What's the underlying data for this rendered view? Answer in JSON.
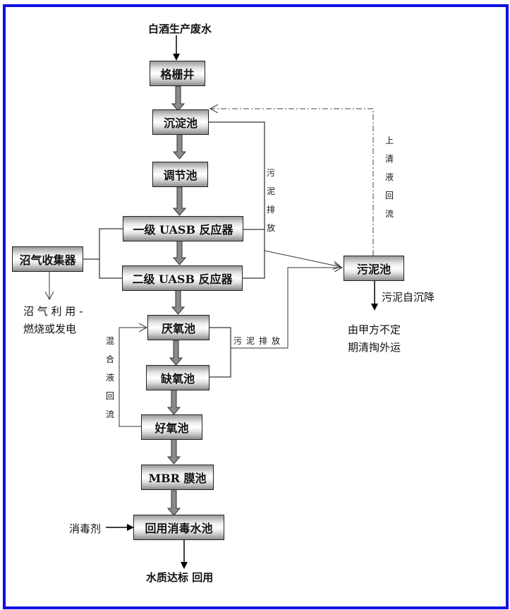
{
  "diagram": {
    "input_label": "白酒生产废水",
    "boxes": {
      "screen_well": "格栅井",
      "sedimentation_tank": "沉淀池",
      "regulating_tank": "调节池",
      "uasb_1": "一级 UASB 反应器",
      "uasb_2": "二级 UASB 反应器",
      "biogas_collector": "沼气收集器",
      "anaerobic_tank": "厌氧池",
      "anoxic_tank": "缺氧池",
      "aerobic_tank": "好氧池",
      "mbr_tank": "MBR 膜池",
      "reuse_disinfection_tank": "回用消毒水池",
      "sludge_tank": "污泥池"
    },
    "labels": {
      "sludge_discharge_upper": "污泥排放",
      "supernatant_return": "上清液回流",
      "biogas_use_line1": "沼 气 利 用 -",
      "biogas_use_line2": "燃烧或发电",
      "sludge_discharge_lower": "污泥排放",
      "mixed_liquor_return": "混合液回流",
      "sludge_settling": "污泥自沉降",
      "sludge_transport_line1": "由甲方不定",
      "sludge_transport_line2": "期清掏外运",
      "disinfectant": "消毒剂",
      "output_label": "水质达标 回用"
    }
  },
  "colors": {
    "frame": "#1010e0",
    "main_arrow": "#808080"
  }
}
